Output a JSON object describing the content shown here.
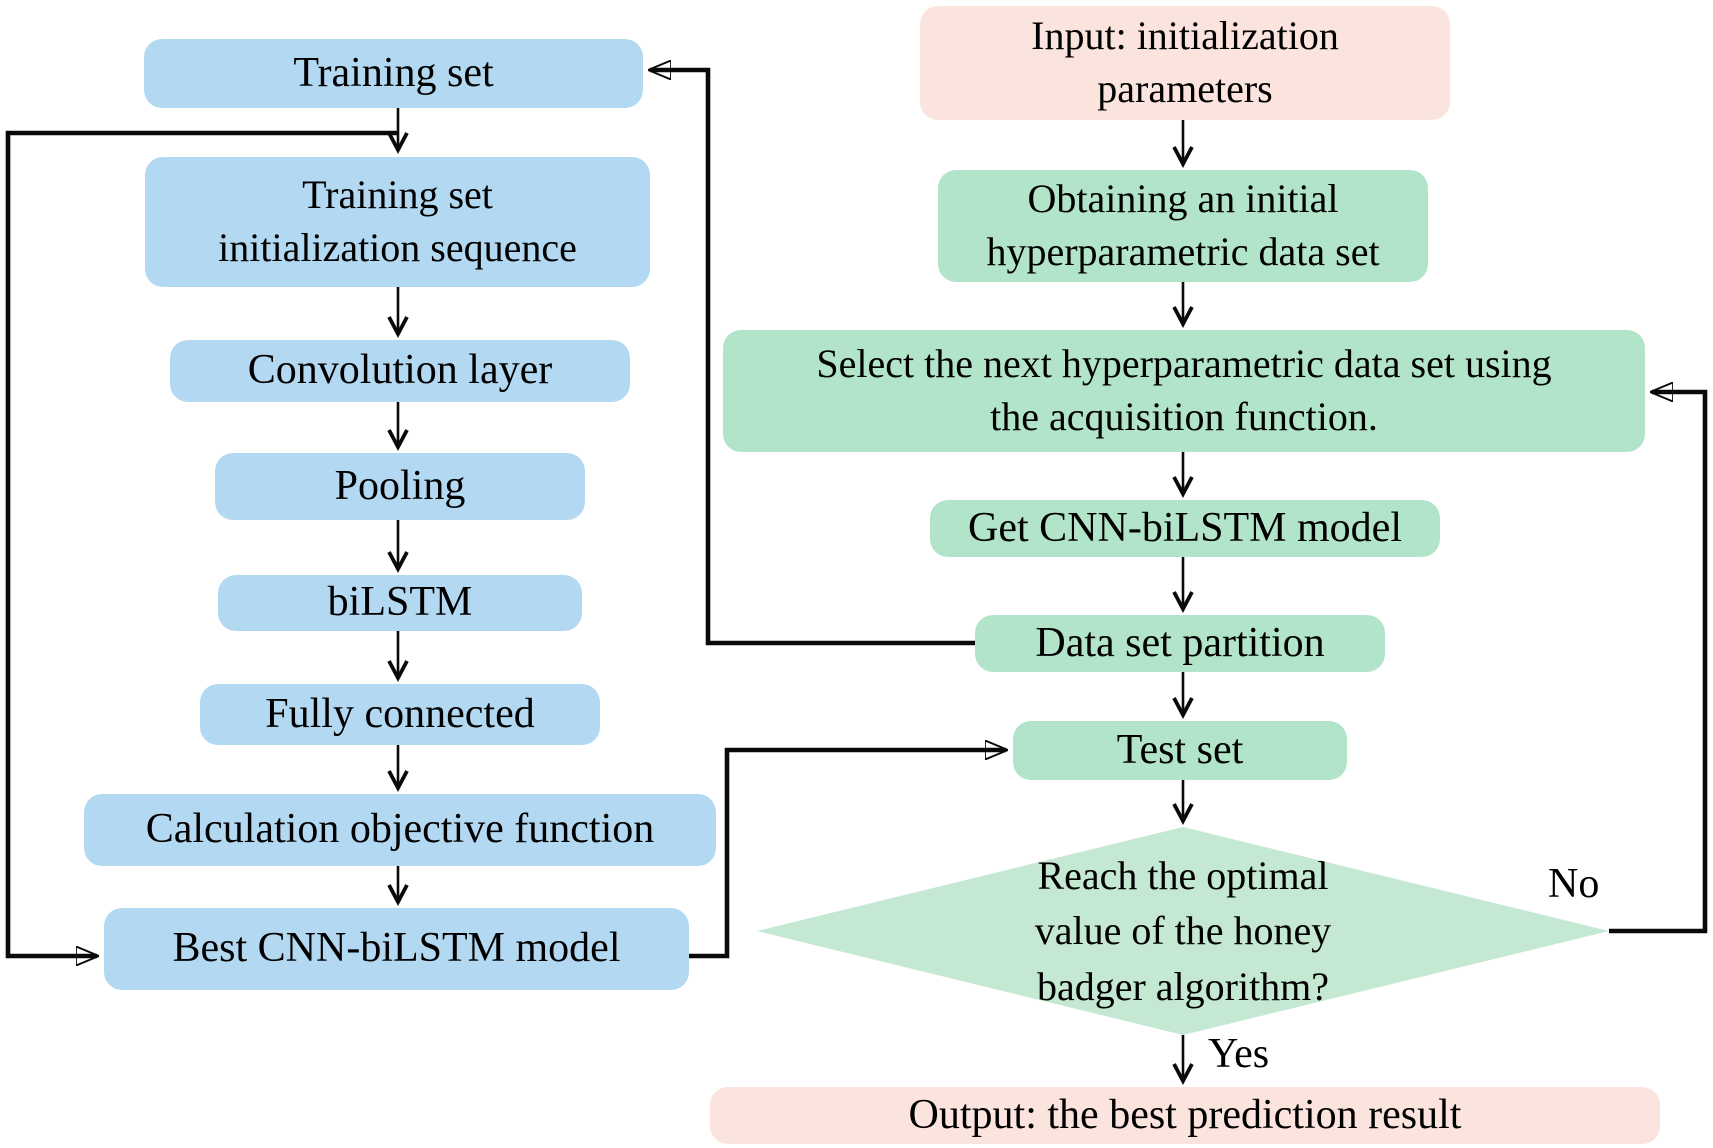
{
  "colors": {
    "box_blue": "#b3d9f2",
    "box_green": "#b2e4c9",
    "diamond_green": "#c5e8d3",
    "box_pink": "#fce4de",
    "line": "#0a0a0a"
  },
  "nodes": {
    "training_set": {
      "label": "Training set"
    },
    "training_init": {
      "label": "Training set\ninitialization sequence"
    },
    "convolution": {
      "label": "Convolution layer"
    },
    "pooling": {
      "label": "Pooling"
    },
    "bilstm": {
      "label": "biLSTM"
    },
    "fully_connected": {
      "label": "Fully connected"
    },
    "calc_objective": {
      "label": "Calculation objective function"
    },
    "best_model": {
      "label": "Best CNN-biLSTM model"
    },
    "input": {
      "label": "Input: initialization\nparameters"
    },
    "obtaining": {
      "label": "Obtaining an initial\nhyperparametric data set"
    },
    "select_next": {
      "label": "Select the next hyperparametric data set using\nthe acquisition function."
    },
    "get_model": {
      "label": "Get CNN-biLSTM model"
    },
    "partition": {
      "label": "Data set partition"
    },
    "test_set": {
      "label": "Test set"
    },
    "decision": {
      "label": "Reach the optimal\nvalue of the honey\nbadger algorithm?"
    },
    "output": {
      "label": "Output: the best prediction result"
    }
  },
  "edge_labels": {
    "no": "No",
    "yes": "Yes"
  }
}
